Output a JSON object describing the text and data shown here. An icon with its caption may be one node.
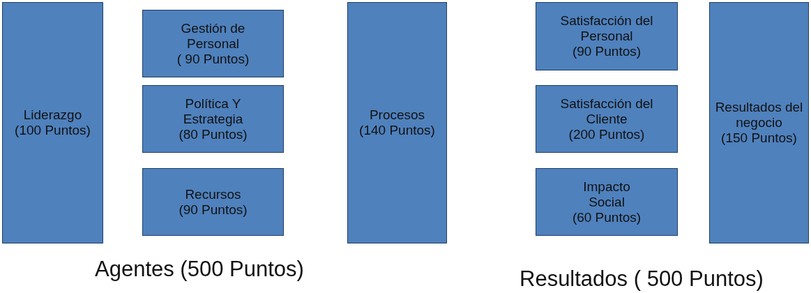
{
  "diagram": {
    "nodes": [
      {
        "text": [
          "Liderazgo",
          "(100 Puntos)"
        ]
      },
      {
        "text": [
          "Gestión de Personal",
          "( 90 Puntos)"
        ]
      },
      {
        "text": [
          "Política Y Estrategia",
          "(80 Puntos)"
        ]
      },
      {
        "text": [
          "Recursos",
          "(90 Puntos)"
        ]
      },
      {
        "text": [
          "Procesos",
          "(140 Puntos)"
        ]
      },
      {
        "text": [
          "Satisfacción del Personal",
          "(90 Puntos)"
        ]
      },
      {
        "text": [
          "Satisfacción del Cliente",
          "(200 Puntos)"
        ]
      },
      {
        "text": [
          "Impacto Social",
          "(60 Puntos)"
        ]
      },
      {
        "text": [
          "Resultados del negocio",
          "(150 Puntos)"
        ]
      }
    ],
    "labels": [
      "Agentes (500 Puntos)",
      "Resultados ( 500 Puntos)"
    ]
  }
}
